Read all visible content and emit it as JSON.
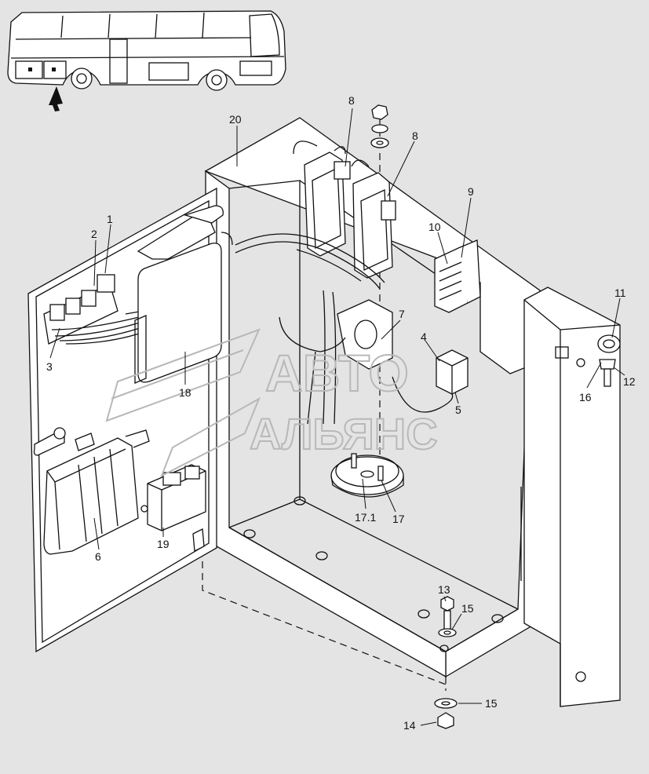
{
  "callouts": [
    {
      "id": "c20",
      "text": "20"
    },
    {
      "id": "c8a",
      "text": "8"
    },
    {
      "id": "c8b",
      "text": "8"
    },
    {
      "id": "c9",
      "text": "9"
    },
    {
      "id": "c10",
      "text": "10"
    },
    {
      "id": "c1",
      "text": "1"
    },
    {
      "id": "c2",
      "text": "2"
    },
    {
      "id": "c3",
      "text": "3"
    },
    {
      "id": "c7",
      "text": "7"
    },
    {
      "id": "c4",
      "text": "4"
    },
    {
      "id": "c5",
      "text": "5"
    },
    {
      "id": "c11",
      "text": "11"
    },
    {
      "id": "c12",
      "text": "12"
    },
    {
      "id": "c16",
      "text": "16"
    },
    {
      "id": "c18",
      "text": "18"
    },
    {
      "id": "c6",
      "text": "6"
    },
    {
      "id": "c19",
      "text": "19"
    },
    {
      "id": "c171",
      "text": "17.1"
    },
    {
      "id": "c17",
      "text": "17"
    },
    {
      "id": "c13",
      "text": "13"
    },
    {
      "id": "c15a",
      "text": "15"
    },
    {
      "id": "c15b",
      "text": "15"
    },
    {
      "id": "c14",
      "text": "14"
    }
  ],
  "watermark": {
    "line1": "АВТО",
    "line2": "АЛЬЯНС"
  },
  "colors": {
    "background": "#e4e4e4",
    "line": "#111111",
    "watermark": "#b8b8b8"
  },
  "icons": {
    "locator": "bus-locator-icon",
    "arrow": "location-arrow-icon"
  }
}
